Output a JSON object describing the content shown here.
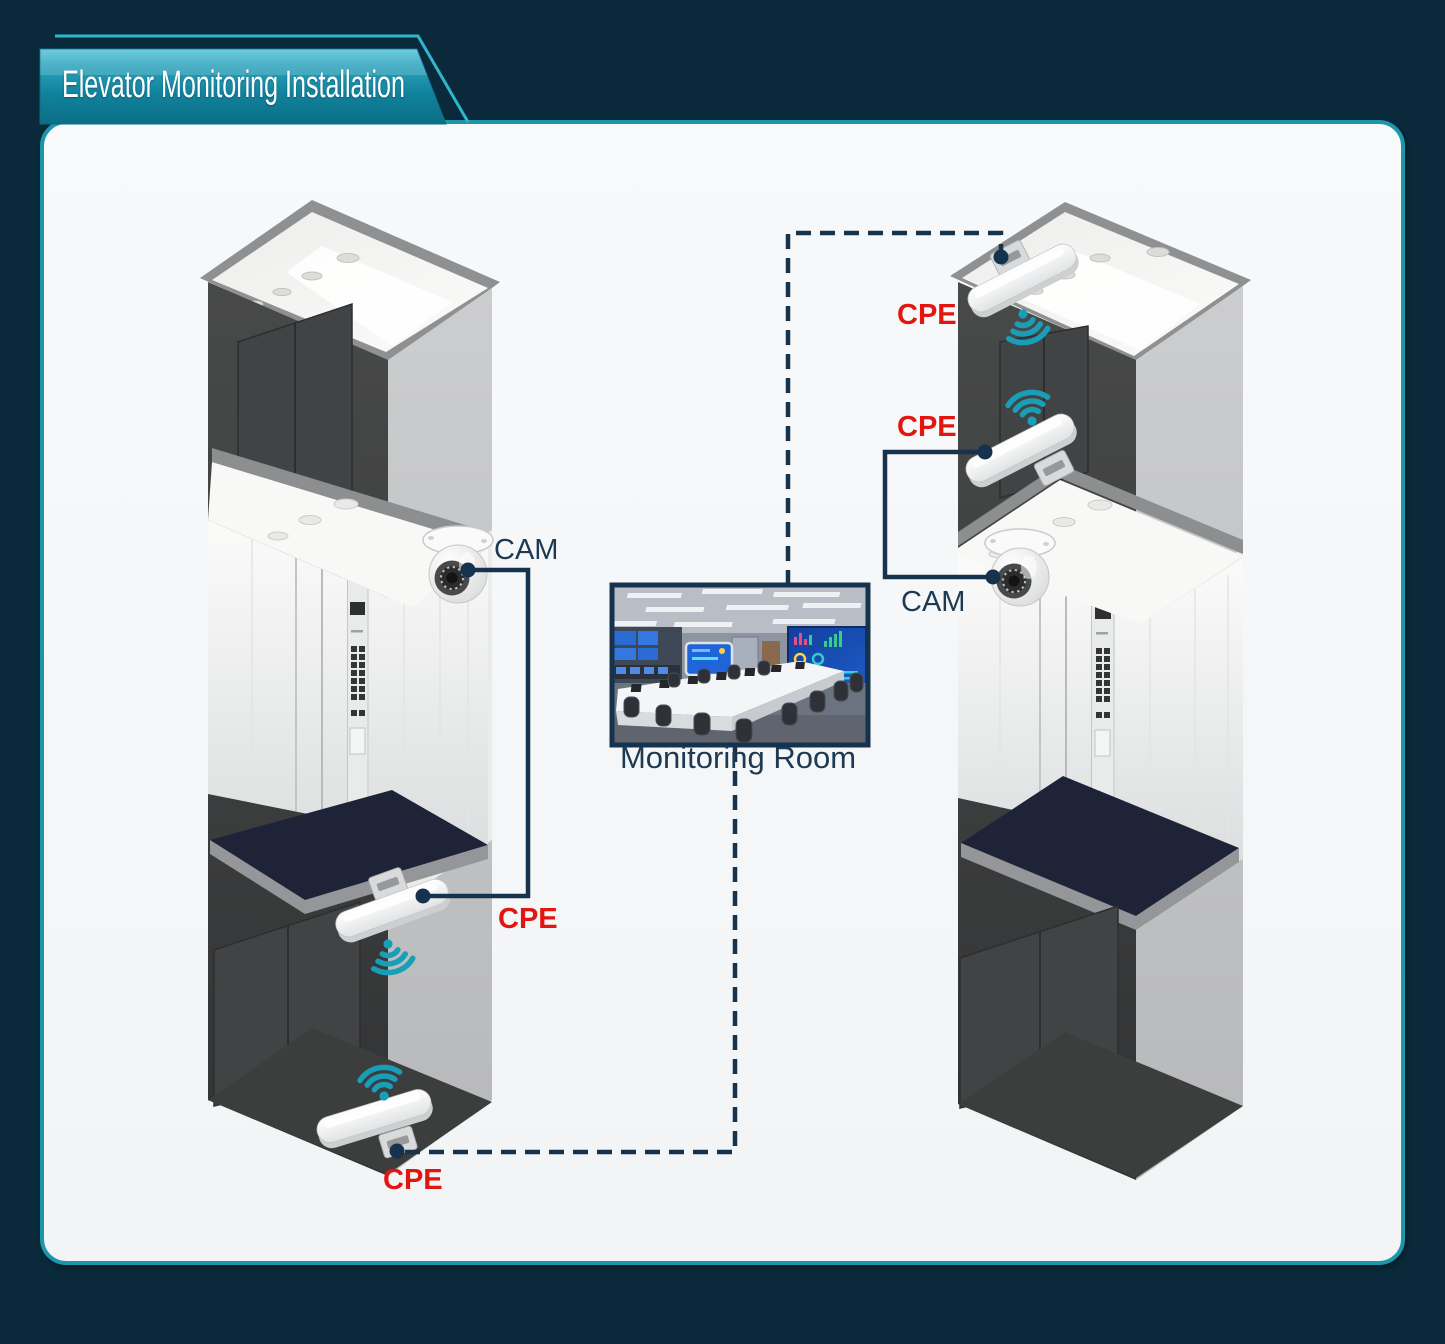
{
  "title": "Elevator Monitoring Installation",
  "labels": {
    "cam_left": "CAM",
    "cpe_left_mid": "CPE",
    "cpe_left_bottom": "CPE",
    "cpe_right_top": "CPE",
    "cpe_right_mid": "CPE",
    "cam_right": "CAM",
    "monitoring_room": "Monitoring Room"
  },
  "icons": {
    "wifi_icon": "teal radiating radio waves",
    "dome_camera_icon": "white dome CCTV camera",
    "cpe_device_icon": "white wireless CPE bridge unit",
    "monitoring_room_image": "control room with screens and conference table"
  },
  "colors": {
    "page_background": "#0a2a3b",
    "panel_background": "#f4f6f7",
    "accent_teal": "#1d96ac",
    "banner_teal": "#1188a0",
    "line_navy": "#16334d",
    "label_navy": "#1d3a52",
    "label_red": "#e31511",
    "wifi_teal": "#189fb7"
  }
}
